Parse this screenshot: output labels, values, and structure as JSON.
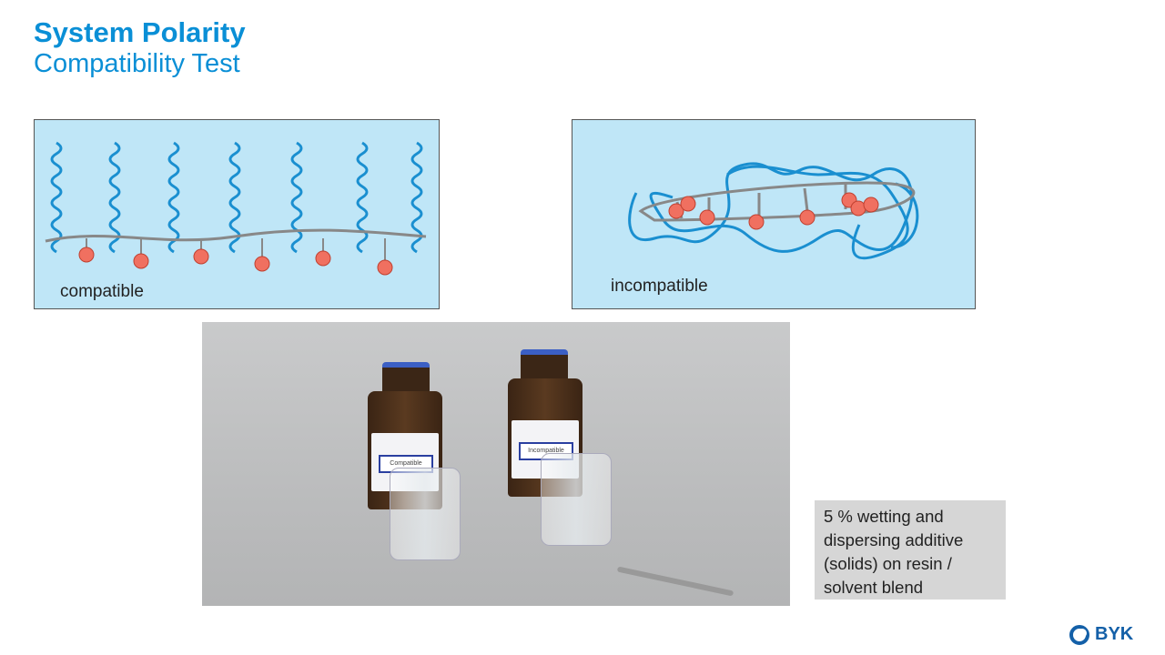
{
  "title": "System Polarity",
  "subtitle": "Compatibility Test",
  "panels": {
    "left_label": "compatible",
    "right_label": "incompatible"
  },
  "photo": {
    "bottle_left_label": "Compatible",
    "bottle_right_label": "Incompatible"
  },
  "caption": "5 % wetting and dispersing additive (solids) on resin / solvent blend",
  "logo": "BYK",
  "colors": {
    "accent": "#0a8fd6",
    "panel_bg": "#bfe6f7",
    "chain": "#1a8fd0",
    "ball": "#f07060"
  }
}
